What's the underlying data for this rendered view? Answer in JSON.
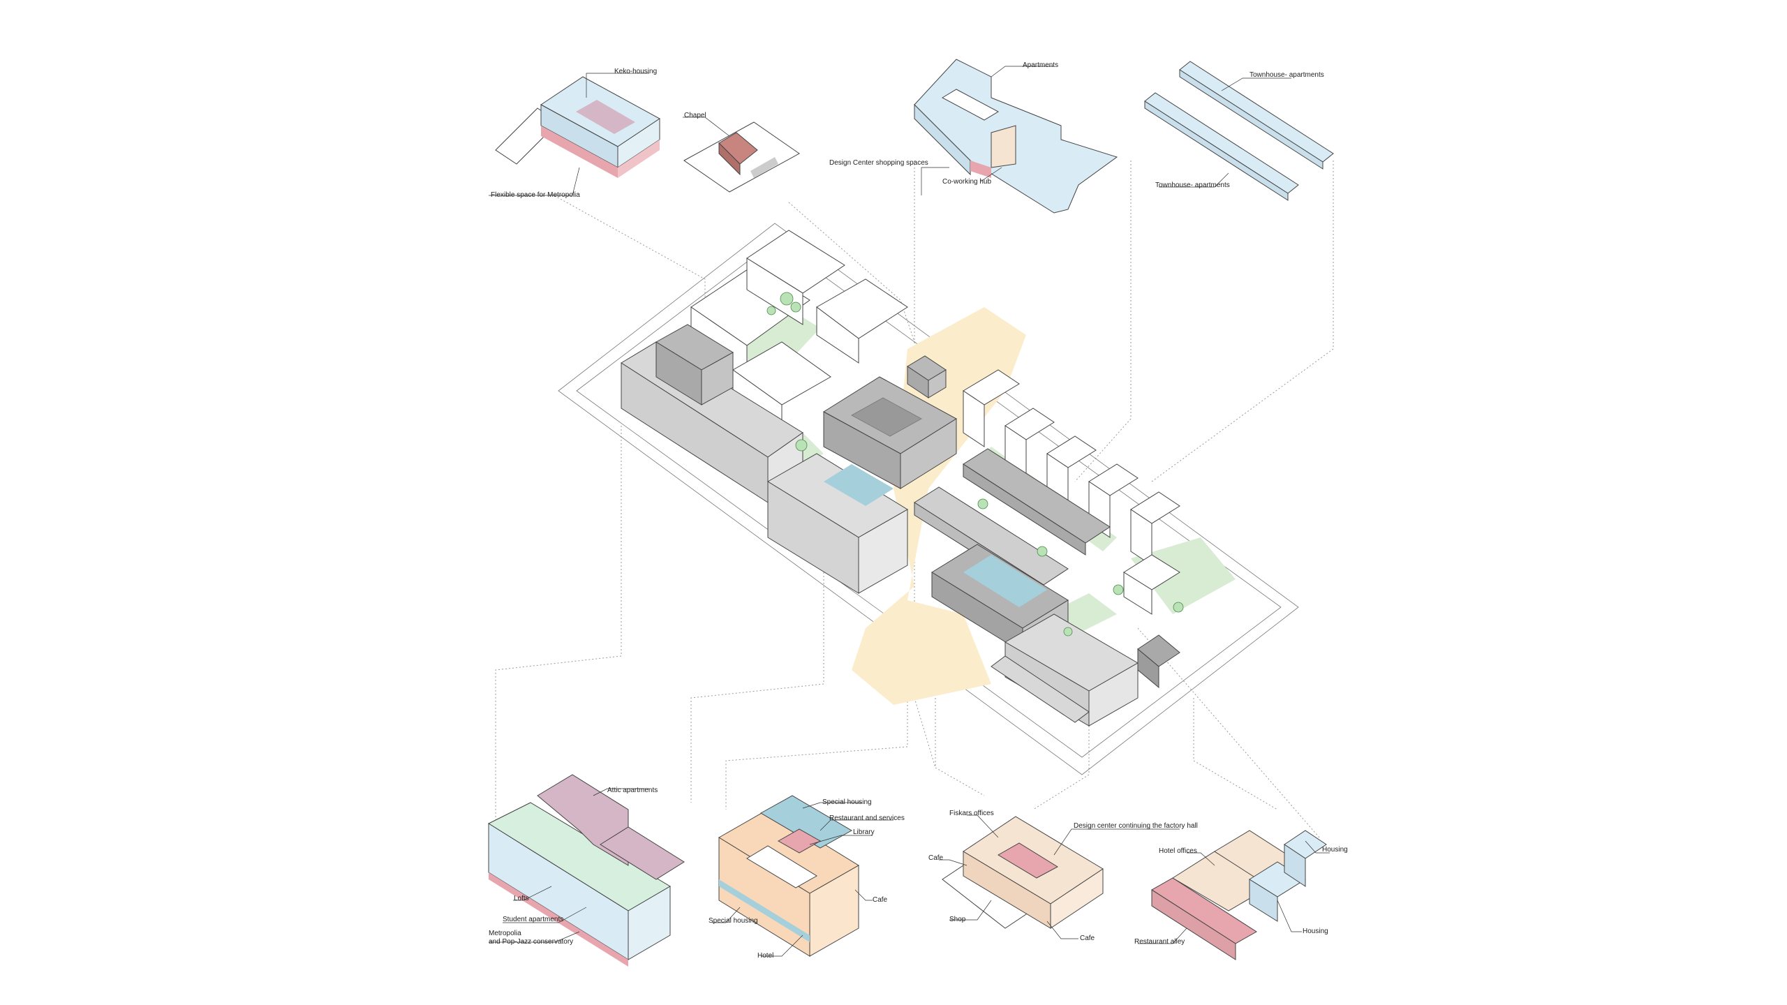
{
  "colors": {
    "housing_blue": "#d9ecf5",
    "mauve": "#d5b6c6",
    "pink": "#e7a6ad",
    "red_core": "#c8857f",
    "mint": "#d7efdf",
    "peach": "#f8d8b8",
    "cream": "#f6e4d2",
    "teal": "#a6cfdc",
    "plaza_yellow": "#fbeccc",
    "green_court": "#d8ecd3",
    "building_grey": "#b9b9b9",
    "dark_grey": "#a9a9a9",
    "white_block": "#ffffff"
  },
  "labels": {
    "keko_housing": "Keko-housing",
    "flexible_space": "Flexible space for Metropolia",
    "chapel": "Chapel",
    "apartments": "Apartments",
    "design_center_shopping": "Design Center shopping spaces",
    "coworking_hub": "Co-working hub",
    "townhouse_top": "Townhouse- apartments",
    "townhouse_bottom": "Townhouse- apartments",
    "attic_apartments": "Attic apartments",
    "lofts": "Lofts",
    "student_apartments": "Student apartments",
    "metropolia_line1": "Metropolia",
    "metropolia_line2": "and Pop-Jazz conservatory",
    "special_housing_top": "Special housing",
    "restaurant_services": "Restaurant and services",
    "library": "Library",
    "cafe_hotel": "Cafe",
    "special_housing_side": "Special housing",
    "hotel": "Hotel",
    "fiskars_offices": "Fiskars offices",
    "design_center_factory": "Design center continuing the factory hall",
    "cafe_left": "Cafe",
    "shop": "Shop",
    "cafe_bottom": "Cafe",
    "hotel_offices": "Hotel offices",
    "housing_right": "Housing",
    "housing_bottom": "Housing",
    "restaurant_alley": "Restaurant alley"
  }
}
